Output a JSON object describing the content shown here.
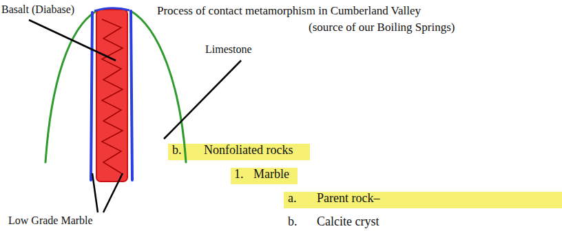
{
  "diagram": {
    "title": "Process of contact metamorphism in Cumberland Valley",
    "labels": [
      "Basalt (Diabase)",
      "(source of our Boiling Springs)",
      "Limestone",
      "Low Grade Marble",
      "b.",
      "Nonfoliated rocks",
      "1.",
      "Marble",
      "a.",
      "Parent rock–",
      "b.",
      "Calcite cryst"
    ]
  }
}
